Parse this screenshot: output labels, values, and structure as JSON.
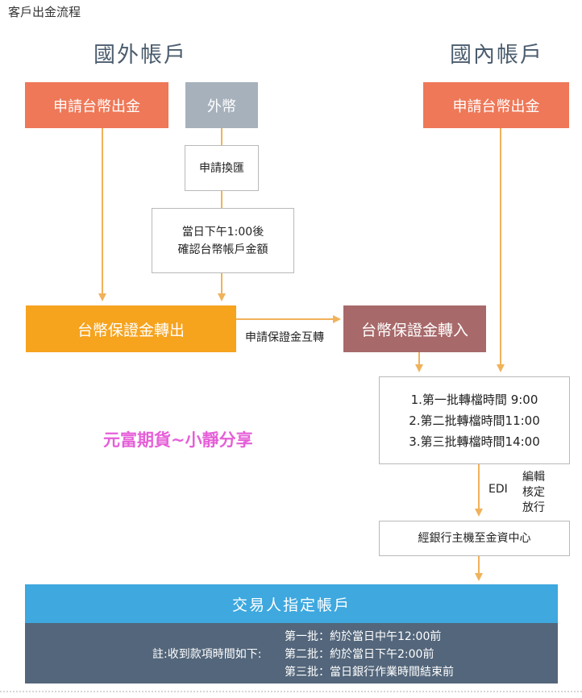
{
  "page_title": "客戶出金流程",
  "headings": {
    "foreign": "國外帳戶",
    "domestic": "國內帳戶"
  },
  "foreign": {
    "twd_withdraw": "申請台幣出金",
    "fx": "外幣",
    "fx_exchange": "申請換匯",
    "confirm_line1": "當日下午1:00後",
    "confirm_line2": "確認台幣帳戶金額",
    "margin_out": "台幣保證金轉出"
  },
  "bridge_label": "申請保證金互轉",
  "domestic": {
    "twd_withdraw": "申請台幣出金",
    "margin_in": "台幣保證金轉入",
    "batches": [
      "1.第一批轉檔時間 9:00",
      "2.第二批轉檔時間11:00",
      "3.第三批轉檔時間14:00"
    ],
    "edi_label": "EDI",
    "edi_steps": [
      "編輯",
      "核定",
      "放行"
    ],
    "bank_host": "經銀行主機至金資中心"
  },
  "watermark": "元富期貨~小靜分享",
  "account": {
    "title": "交易人指定帳戶",
    "notes_label": "註:收到款項時間如下:",
    "notes": [
      "第一批：約於當日中午12:00前",
      "第二批：約於當日下午2:00前",
      "第三批：當日銀行作業時間結束前"
    ]
  },
  "colors": {
    "orange": "#ee7858",
    "gray": "#a6b1bc",
    "yellow": "#f6a31e",
    "mauve": "#a8696a",
    "blue": "#3ea8df",
    "slate": "#53667b",
    "arrow": "#f0b25a"
  }
}
